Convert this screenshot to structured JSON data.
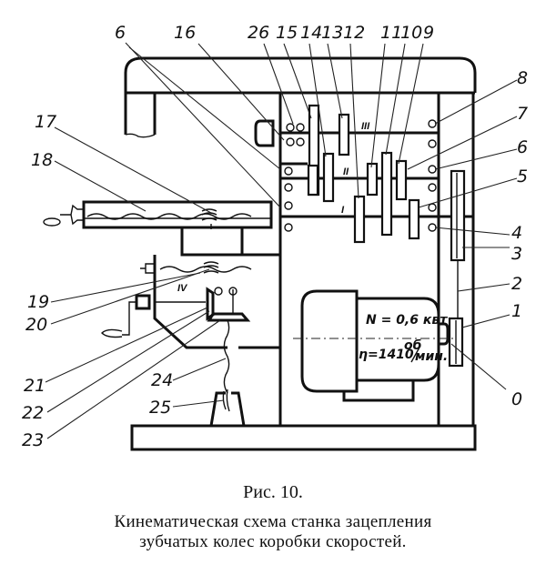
{
  "figure": {
    "number_label": "Рис. 10.",
    "caption_line1": "Кинематическая схема станка зацепления",
    "caption_line2": "зубчатых колес коробки скоростей."
  },
  "callouts": {
    "top": [
      "6",
      "16",
      "26",
      "15",
      "14",
      "13",
      "12",
      "11",
      "10",
      "9"
    ],
    "right": [
      "8",
      "7",
      "6",
      "5",
      "4",
      "3",
      "2",
      "1",
      "0"
    ],
    "left": [
      "17",
      "18",
      "19",
      "20",
      "21",
      "22",
      "23"
    ],
    "bottom": [
      "24",
      "25"
    ]
  },
  "shafts": {
    "I": "I",
    "II": "II",
    "III": "III",
    "IV": "IV"
  },
  "motor": {
    "power": "N = 0,6 квт",
    "speed_prefix": "η=1410",
    "speed_unit_top": "об",
    "speed_unit_bottom": "мин."
  }
}
